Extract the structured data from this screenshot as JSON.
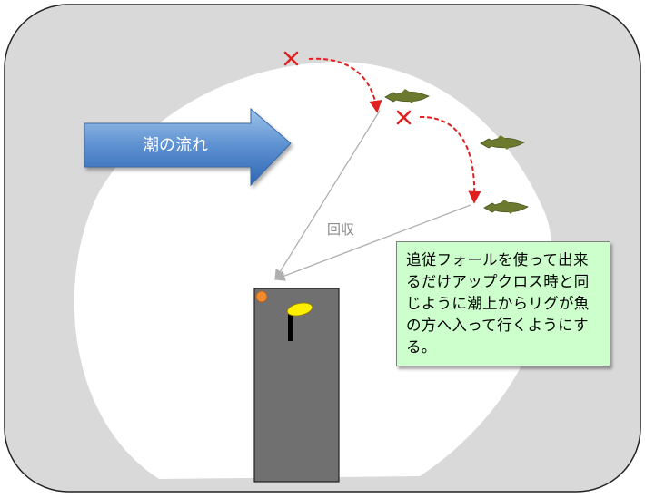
{
  "current_label": "潮の流れ",
  "retrieve_label": "回収",
  "note": "追従フォールを使って出来るだけアップクロス時と同じように潮上からリグが魚の方へ入って行くようにする。",
  "colors": {
    "frame": "#d9d9d9",
    "area": "#ffffff",
    "pier": "#707070",
    "arrow": "#4f81bd",
    "drift": "#e02020",
    "fish": "#6b7a2e",
    "line": "#b8b8b8",
    "note_bg": "#ccffcc"
  },
  "icons": [
    "fish-icon",
    "x-mark-icon",
    "angler-icon",
    "lure-icon"
  ]
}
